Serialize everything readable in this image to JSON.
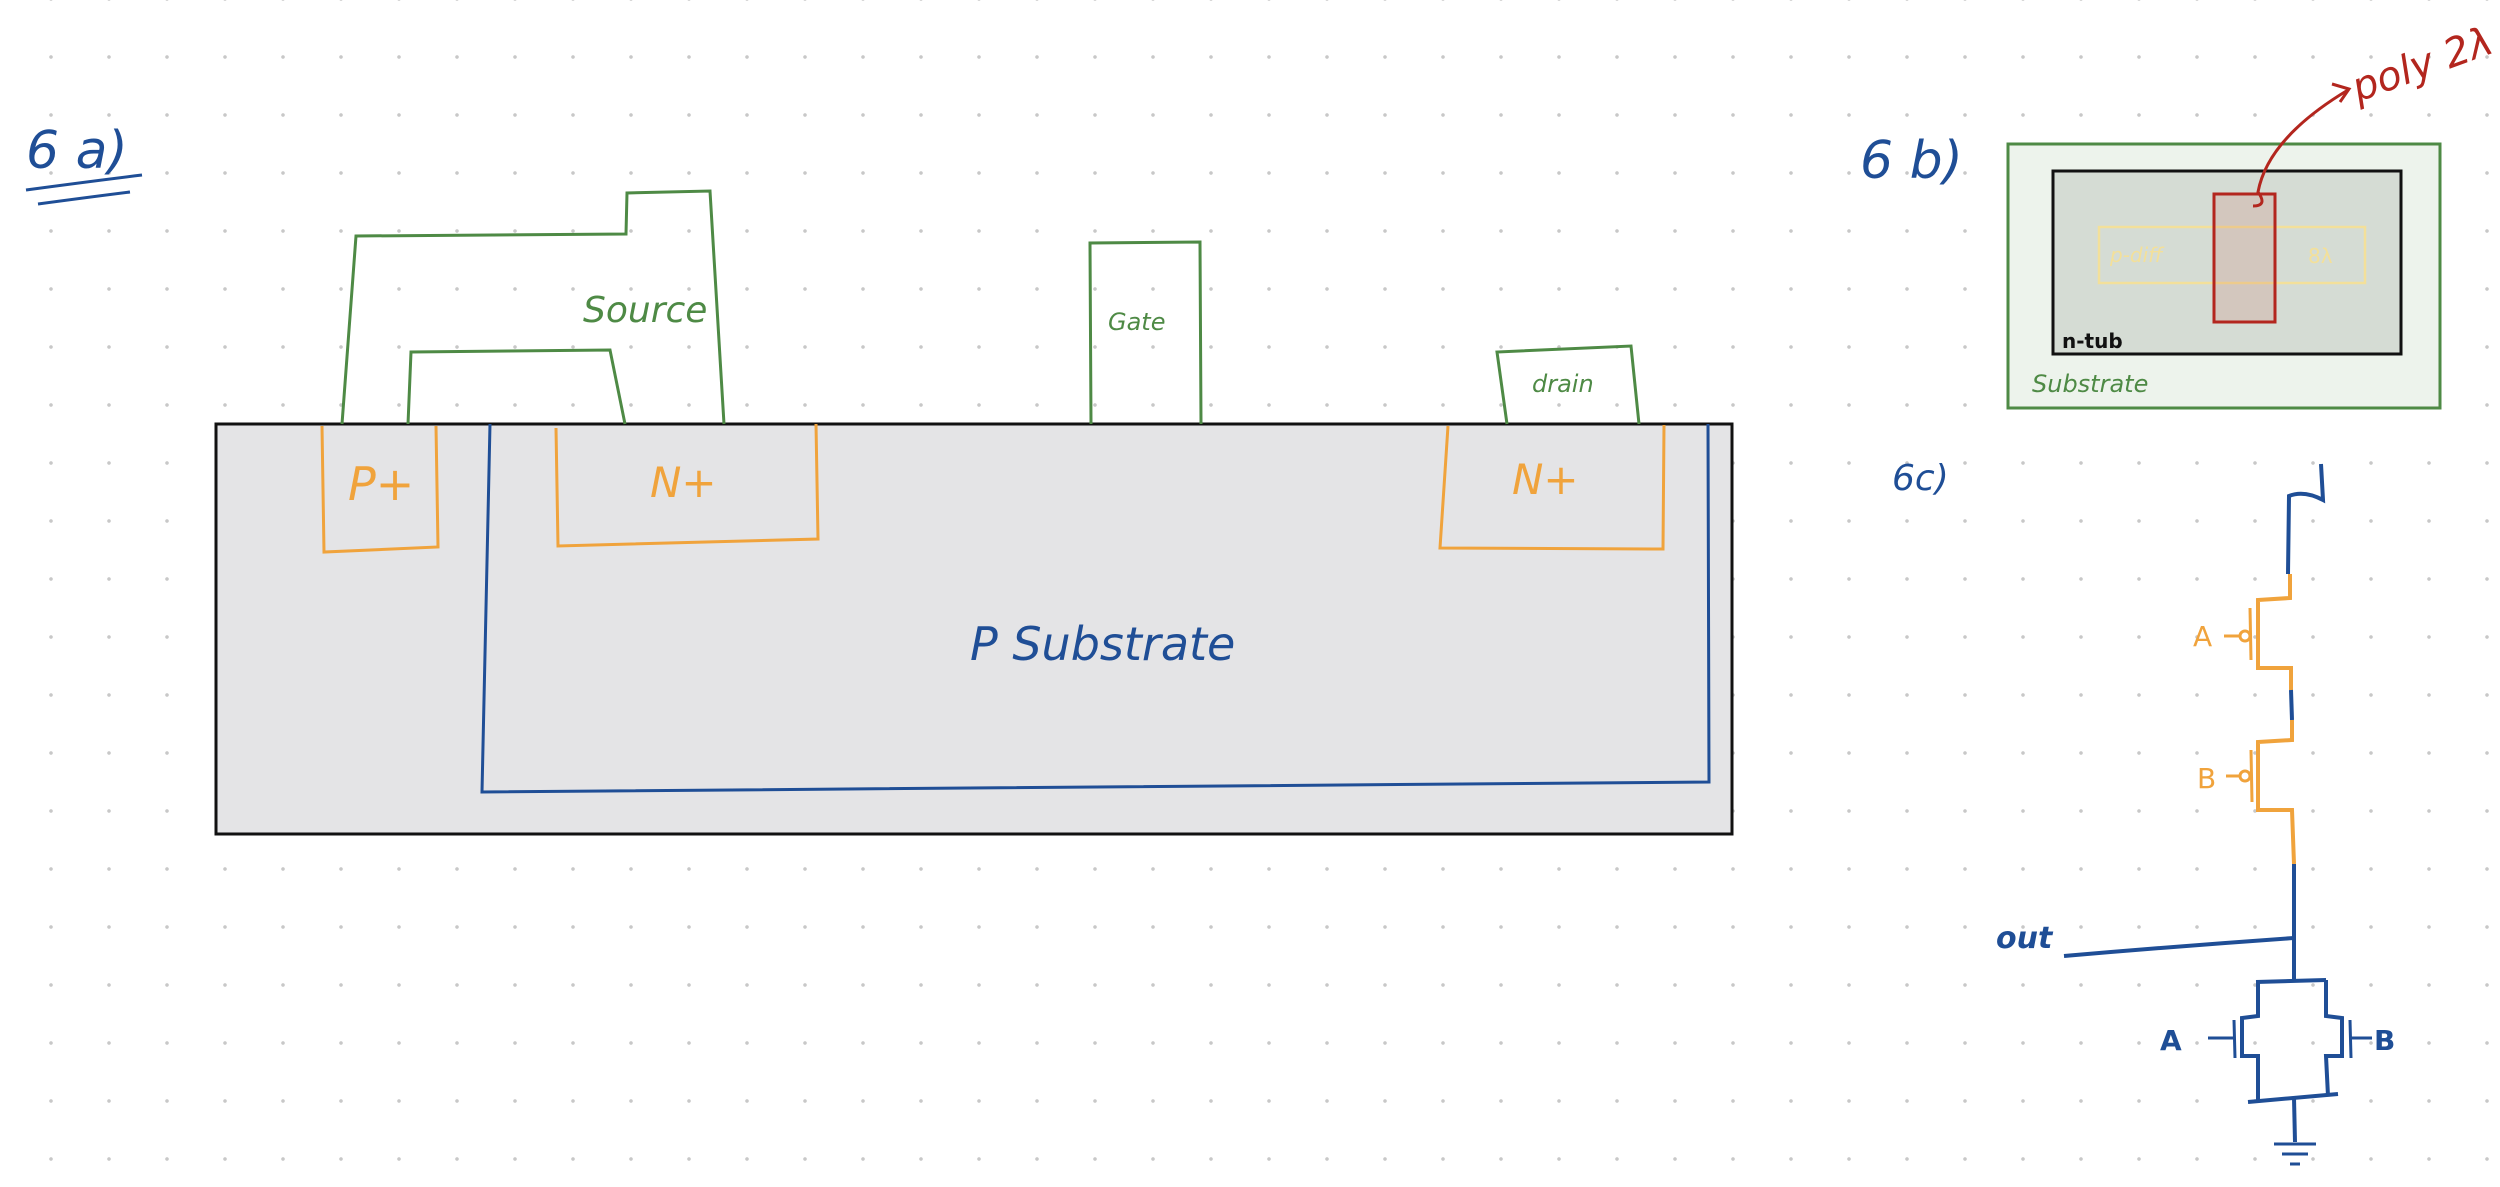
{
  "colors": {
    "blue": "#1f4e96",
    "orange": "#f0a33c",
    "green": "#4e8a45",
    "red": "#b3261e",
    "black": "#111111",
    "substrate_fill": "#e4e4e6",
    "ntub_fill": "#d5dcd4",
    "substrate_b_fill": "#edf3ec",
    "pdiff_stroke": "#f3e09a"
  },
  "part_a": {
    "label": "6 a)",
    "substrate_label": "P Substrate",
    "source_label": "Source",
    "gate_label": "Gate",
    "drain_label": "drain",
    "p_plus_label": "P+",
    "n_plus_left_label": "N+",
    "n_plus_right_label": "N+"
  },
  "part_b": {
    "label": "6 b)",
    "poly_label": "poly 2λ",
    "pdiff_label": "p-diff",
    "width_label": "8λ",
    "ntub_label": "n-tub",
    "substrate_label": "Substrate"
  },
  "part_c": {
    "label": "6c)",
    "pmos_a_label": "A",
    "pmos_b_label": "B",
    "out_label": "out",
    "nmos_a_label": "A",
    "nmos_b_label": "B"
  }
}
